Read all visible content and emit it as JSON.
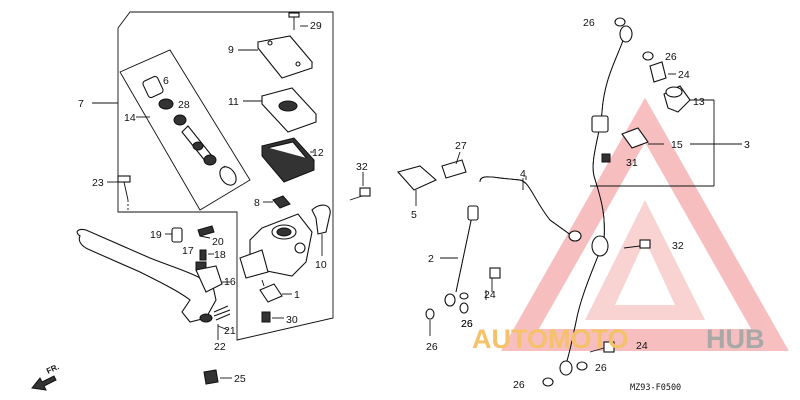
{
  "diagram": {
    "code": "MZ93-F0500",
    "direction_label": "FR.",
    "labels": [
      {
        "id": "l29",
        "text": "29"
      },
      {
        "id": "l9",
        "text": "9"
      },
      {
        "id": "l6",
        "text": "6"
      },
      {
        "id": "l7",
        "text": "7"
      },
      {
        "id": "l28",
        "text": "28"
      },
      {
        "id": "l14",
        "text": "14"
      },
      {
        "id": "l11",
        "text": "11"
      },
      {
        "id": "l12",
        "text": "12"
      },
      {
        "id": "l32a",
        "text": "32"
      },
      {
        "id": "l23",
        "text": "23"
      },
      {
        "id": "l8",
        "text": "8"
      },
      {
        "id": "l19",
        "text": "19"
      },
      {
        "id": "l20",
        "text": "20"
      },
      {
        "id": "l18",
        "text": "18"
      },
      {
        "id": "l17",
        "text": "17"
      },
      {
        "id": "l16",
        "text": "16"
      },
      {
        "id": "l10",
        "text": "10"
      },
      {
        "id": "l1",
        "text": "1"
      },
      {
        "id": "l30",
        "text": "30"
      },
      {
        "id": "l21",
        "text": "21"
      },
      {
        "id": "l22",
        "text": "22"
      },
      {
        "id": "l25",
        "text": "25"
      },
      {
        "id": "l27",
        "text": "27"
      },
      {
        "id": "l5",
        "text": "5"
      },
      {
        "id": "l4",
        "text": "4"
      },
      {
        "id": "l2",
        "text": "2"
      },
      {
        "id": "l24a",
        "text": "24"
      },
      {
        "id": "l26a",
        "text": "26"
      },
      {
        "id": "l26b",
        "text": "26"
      },
      {
        "id": "l26c",
        "text": "26"
      },
      {
        "id": "l26d",
        "text": "26"
      },
      {
        "id": "l26e",
        "text": "26"
      },
      {
        "id": "l26f",
        "text": "26"
      },
      {
        "id": "l24b",
        "text": "24"
      },
      {
        "id": "l13",
        "text": "13"
      },
      {
        "id": "l15",
        "text": "15"
      },
      {
        "id": "l3",
        "text": "3"
      },
      {
        "id": "l31",
        "text": "31"
      },
      {
        "id": "l32b",
        "text": "32"
      },
      {
        "id": "l24c",
        "text": "24"
      },
      {
        "id": "l26g",
        "text": "26"
      }
    ]
  },
  "watermark": {
    "word_a": "AUTOMOTO",
    "word_b": "HUB",
    "color_a": "#f5c16a",
    "color_b": "#a8a8a8",
    "logo_color": "#f08a8a"
  }
}
